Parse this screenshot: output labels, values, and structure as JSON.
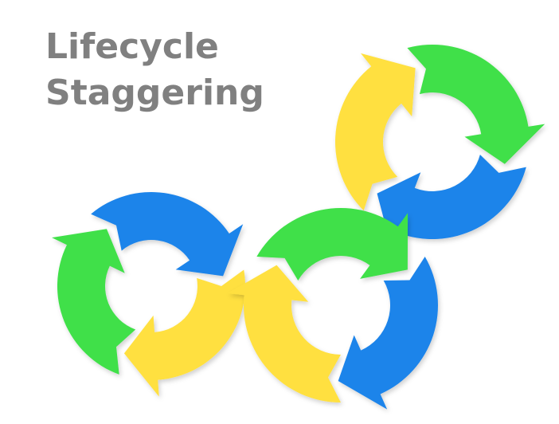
{
  "title": {
    "line1": "Lifecycle",
    "line2": "Staggering"
  },
  "colors": {
    "title_text": "#808080",
    "green": "#3fe04a",
    "blue": "#1f84ea",
    "yellow": "#ffe040",
    "background": "#ffffff"
  },
  "cycles": [
    {
      "name": "cycle-top-right",
      "segments": [
        "green",
        "blue",
        "yellow"
      ]
    },
    {
      "name": "cycle-left",
      "segments": [
        "yellow",
        "green",
        "blue"
      ]
    },
    {
      "name": "cycle-center",
      "segments": [
        "green",
        "blue",
        "yellow"
      ]
    }
  ]
}
